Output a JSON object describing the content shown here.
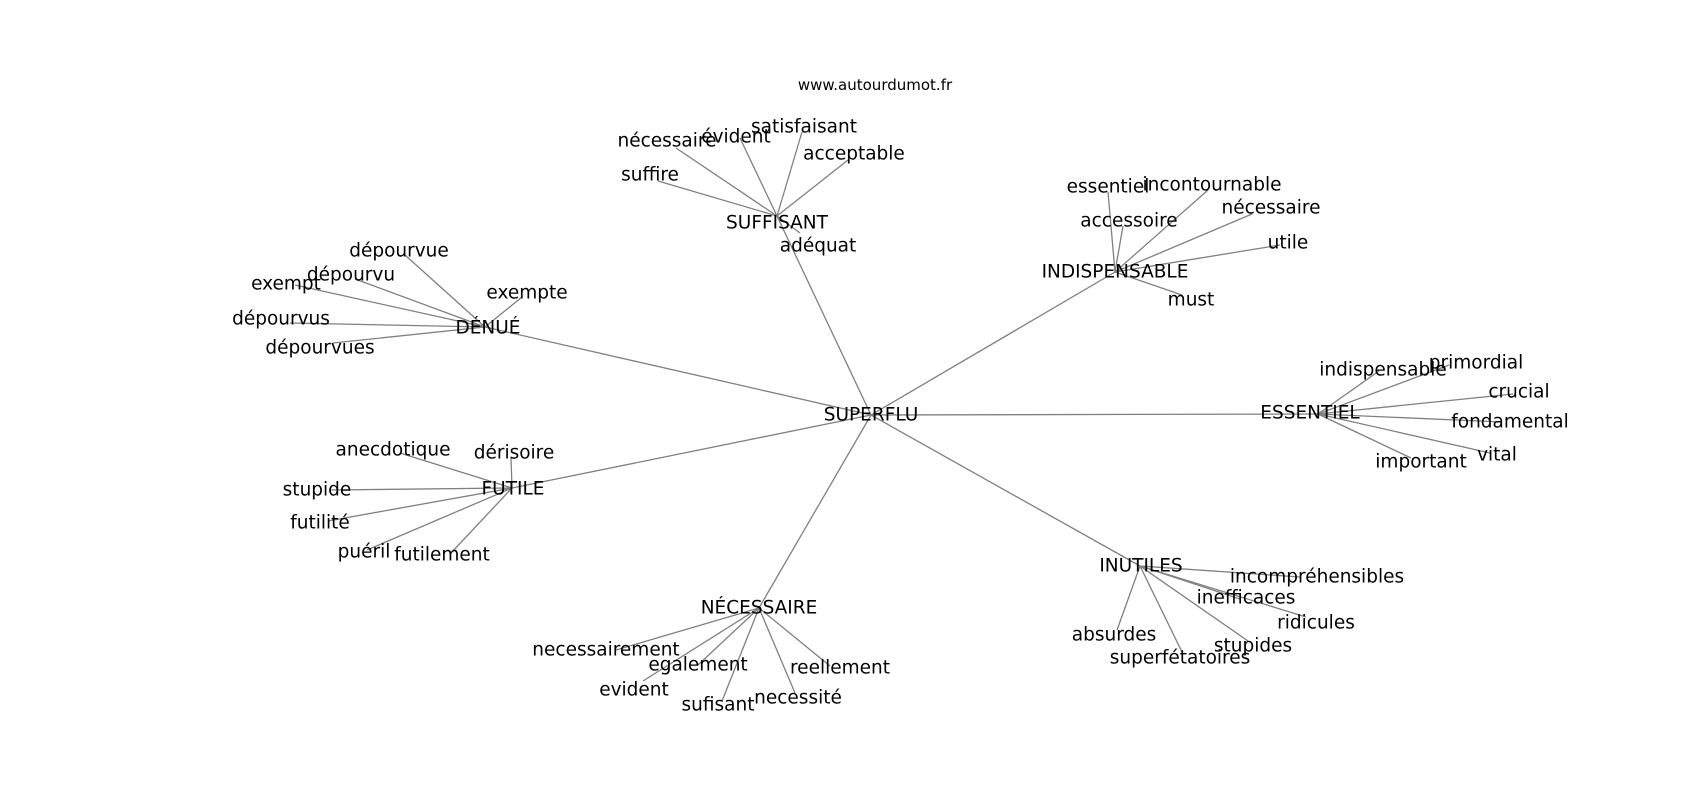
{
  "header": {
    "site": "www.autourdumot.fr"
  },
  "graph": {
    "center": {
      "id": "superflu",
      "label": "SUPERFLU"
    },
    "hubs": [
      {
        "id": "suffisant",
        "label": "SUFFISANT",
        "leaves": [
          "nécessaire",
          "évident",
          "satisfaisant",
          "acceptable",
          "suffire",
          "adéquat"
        ]
      },
      {
        "id": "indispensable",
        "label": "INDISPENSABLE",
        "leaves": [
          "essentiel",
          "incontournable",
          "nécessaire",
          "accessoire",
          "utile",
          "must"
        ]
      },
      {
        "id": "denue",
        "label": "DÉNUÉ",
        "leaves": [
          "dépourvue",
          "dépourvu",
          "exempt",
          "exempte",
          "dépourvus",
          "dépourvues"
        ]
      },
      {
        "id": "essentiel",
        "label": "ESSENTIEL",
        "leaves": [
          "indispensable",
          "primordial",
          "crucial",
          "fondamental",
          "vital",
          "important"
        ]
      },
      {
        "id": "futile",
        "label": "FUTILE",
        "leaves": [
          "anecdotique",
          "dérisoire",
          "stupide",
          "futilité",
          "puéril",
          "futilement"
        ]
      },
      {
        "id": "inutiles",
        "label": "INUTILES",
        "leaves": [
          "incompréhensibles",
          "inefficaces",
          "ridicules",
          "absurdes",
          "stupides",
          "superfétatoires"
        ]
      },
      {
        "id": "necessaire",
        "label": "NÉCESSAIRE",
        "leaves": [
          "necessairement",
          "egalement",
          "reellement",
          "evident",
          "sufisant",
          "necessité"
        ]
      }
    ]
  }
}
